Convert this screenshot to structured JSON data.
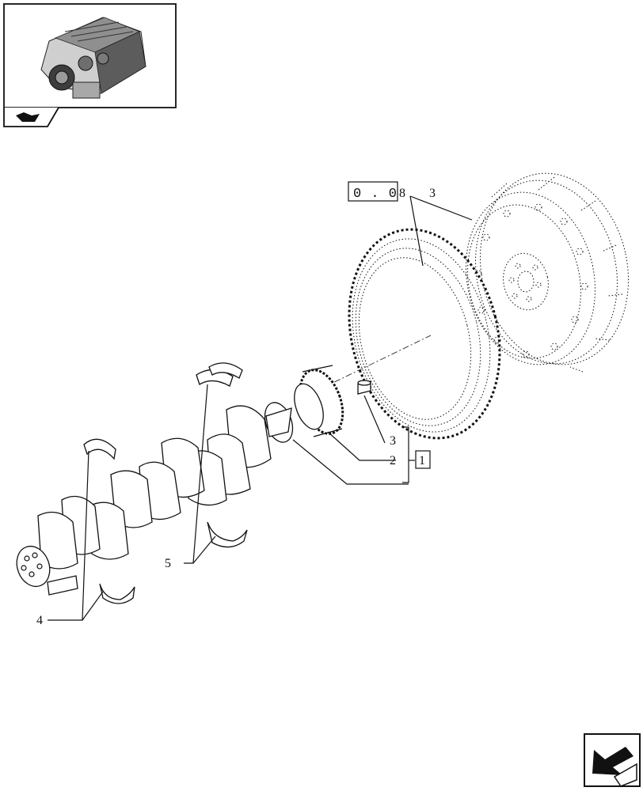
{
  "thumbnail": {
    "icon": "engine-thumbnail",
    "badge_icon": "book-arrow-icon"
  },
  "ref_box": {
    "text": "0 . 0",
    "suffix": "8",
    "item": "3"
  },
  "callouts": {
    "three": "3",
    "two": "2",
    "one": "1",
    "five": "5",
    "four": "4"
  },
  "nav": {
    "icon": "next-page-arrow-icon"
  }
}
